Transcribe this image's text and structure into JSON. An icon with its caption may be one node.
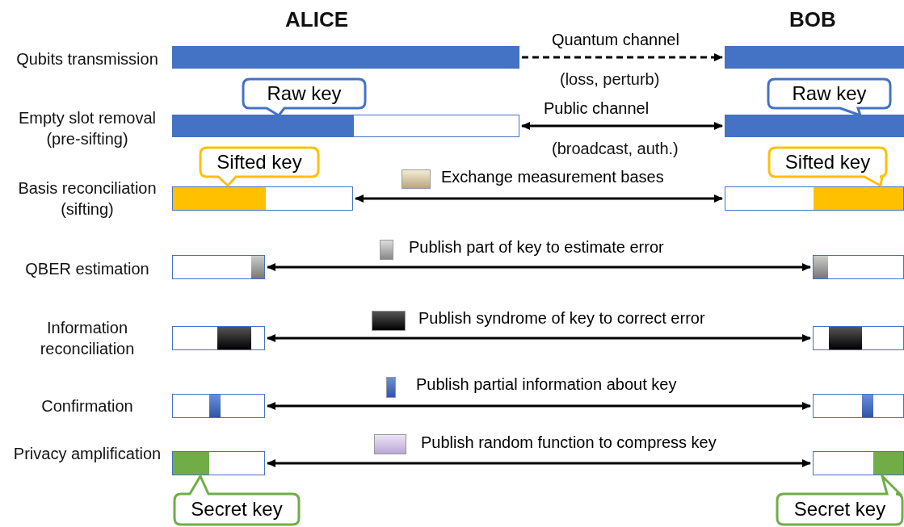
{
  "diagram": {
    "nodes": [
      {
        "text": [],
        "shape": "bar"
      },
      {
        "text": [],
        "shape": "bar"
      },
      {
        "text": [],
        "shape": "bar"
      },
      {
        "text": [],
        "shape": "bar"
      },
      {
        "text": [],
        "shape": "bar"
      },
      {
        "text": [],
        "shape": "bar"
      },
      {
        "text": [],
        "shape": "bar"
      },
      {
        "text": [],
        "shape": "bar"
      },
      {
        "text": [],
        "shape": "bar"
      },
      {
        "text": [],
        "shape": "bar"
      },
      {
        "text": [],
        "shape": "bar"
      },
      {
        "text": [],
        "shape": "bar"
      },
      {
        "text": [],
        "shape": "bar"
      },
      {
        "text": [],
        "shape": "bar"
      },
      {
        "text": [
          "Raw key"
        ]
      },
      {
        "text": [
          "Raw key"
        ]
      },
      {
        "text": [
          "Sifted key"
        ]
      },
      {
        "text": [
          "Sifted key"
        ]
      },
      {
        "text": [
          "Secret key"
        ]
      },
      {
        "text": [
          "Secret key"
        ]
      }
    ],
    "edges": [
      {
        "from": 0,
        "to": 1,
        "arrow": "to",
        "style": "dashed",
        "label": "Quantum channel"
      },
      {
        "from": 2,
        "to": 3,
        "arrow": "both",
        "label": "Public channel"
      },
      {
        "from": 4,
        "to": 5,
        "arrow": "both",
        "label": "Exchange measurement bases"
      },
      {
        "from": 6,
        "to": 7,
        "arrow": "both",
        "label": "Publish part of key to estimate error"
      },
      {
        "from": 8,
        "to": 9,
        "arrow": "both",
        "label": "Publish syndrome of key to correct error"
      },
      {
        "from": 10,
        "to": 11,
        "arrow": "both",
        "label": "Publish partial information about key"
      },
      {
        "from": 12,
        "to": 13,
        "arrow": "both",
        "label": "Publish random function to compress key"
      }
    ],
    "labels": [
      "ALICE",
      "BOB",
      "Qubits transmission",
      "(loss, perturb)",
      "Empty slot removal (pre-sifting)",
      "(broadcast, auth.)",
      "Basis reconciliation (sifting)",
      "QBER estimation",
      "Information reconciliation",
      "Confirmation",
      "Privacy amplification"
    ]
  }
}
